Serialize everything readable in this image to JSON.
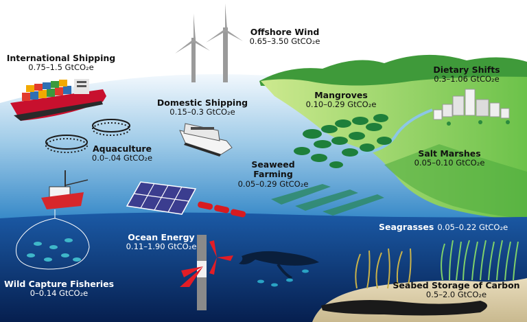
{
  "colors": {
    "sky": "#ffffff",
    "ocean_surface": "#2f7fc1",
    "ocean_deep": "#0b2c66",
    "land_light": "#b7e07a",
    "land_dark": "#3a9a3a",
    "seabed": "#e0cfa8",
    "accent_red": "#e3151b"
  },
  "labels": {
    "international_shipping": {
      "title": "International Shipping",
      "value": "0.75–1.5 GtCO₂e"
    },
    "offshore_wind": {
      "title": "Offshore Wind",
      "value": "0.65–3.50 GtCO₂e"
    },
    "dietary_shifts": {
      "title": "Dietary Shifts",
      "value": "0.3–1.06 GtCO₂e"
    },
    "mangroves": {
      "title": "Mangroves",
      "value": "0.10–0.29 GtCO₂e"
    },
    "domestic_shipping": {
      "title": "Domestic Shipping",
      "value": "0.15–0.3 GtCO₂e"
    },
    "aquaculture": {
      "title": "Aquaculture",
      "value": "0.0–.04 GtCO₂e"
    },
    "salt_marshes": {
      "title": "Salt Marshes",
      "value": "0.05–0.10 GtCO₂e"
    },
    "seaweed_farming": {
      "title": "Seaweed Farming",
      "title_line1": "Seaweed",
      "title_line2": "Farming",
      "value": "0.05–0.29 GtCO₂e"
    },
    "seagrasses": {
      "title": "Seagrasses",
      "value": "0.05–0.22 GtCO₂e"
    },
    "ocean_energy": {
      "title": "Ocean Energy",
      "value": "0.11–1.90 GtCO₂e"
    },
    "wild_capture_fisheries": {
      "title": "Wild Capture Fisheries",
      "value": "0–0.14 GtCO₂e"
    },
    "seabed_storage": {
      "title": "Seabed Storage of Carbon",
      "value": "0.5–2.0 GtCO₂e"
    }
  },
  "icons": [
    "container-ship-icon",
    "wind-turbine-icon",
    "aquaculture-pen-icon",
    "ferry-icon",
    "fishing-boat-icon",
    "solar-panel-icon",
    "wave-energy-icon",
    "tidal-turbine-icon",
    "whale-icon",
    "fish-school-icon",
    "mangrove-icon",
    "seaweed-farm-icon",
    "seagrass-icon",
    "city-icon",
    "carbon-storage-icon"
  ]
}
